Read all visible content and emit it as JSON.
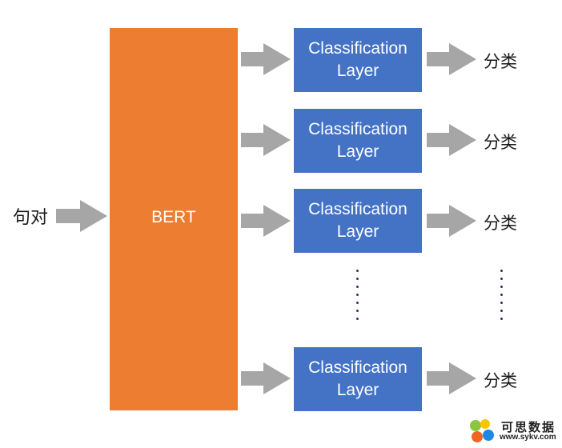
{
  "input": {
    "label": "句对"
  },
  "bert": {
    "label": "BERT"
  },
  "classifiers": [
    {
      "label": "Classification\nLayer",
      "output": "分类"
    },
    {
      "label": "Classification\nLayer",
      "output": "分类"
    },
    {
      "label": "Classification\nLayer",
      "output": "分类"
    },
    {
      "label": "Classification\nLayer",
      "output": "分类"
    }
  ],
  "watermark": {
    "line1": "可思数据",
    "line2": "www.sykv.com"
  },
  "colors": {
    "bert": "#ed7d31",
    "classifier": "#4472c4",
    "arrow": "#a6a6a6",
    "dots": "#1f3864"
  }
}
